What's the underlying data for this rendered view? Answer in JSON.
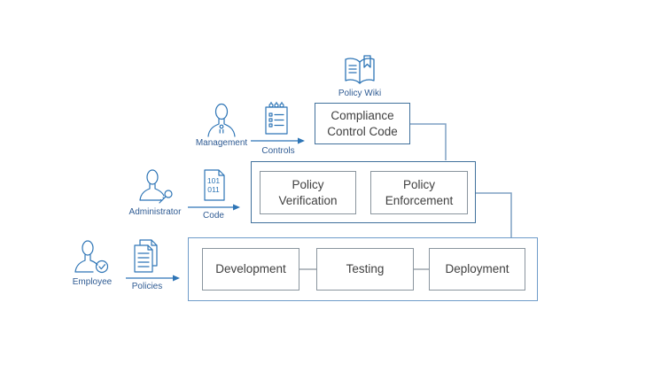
{
  "wiki": {
    "label": "Policy Wiki",
    "icon": "policy-wiki-book-icon"
  },
  "actors": {
    "management": {
      "label": "Management",
      "icon": "management-person-icon",
      "artifact_label": "Controls",
      "artifact_icon": "controls-checklist-icon"
    },
    "administrator": {
      "label": "Administrator",
      "icon": "administrator-person-icon",
      "artifact_label": "Code",
      "artifact_icon": "code-file-icon"
    },
    "employee": {
      "label": "Employee",
      "icon": "employee-person-icon",
      "artifact_label": "Policies",
      "artifact_icon": "policies-documents-icon"
    }
  },
  "code_file": {
    "line1": "101",
    "line2": "011"
  },
  "boxes": {
    "compliance": {
      "label": "Compliance Control Code"
    },
    "policy_group": {
      "verification": "Policy Verification",
      "enforcement": "Policy Enforcement"
    },
    "pipeline": {
      "development": "Development",
      "testing": "Testing",
      "deployment": "Deployment"
    }
  },
  "colors": {
    "icon_stroke": "#2E75B6",
    "label_text": "#2F5B93",
    "arrow": "#2E75B6",
    "outer_box_border": "#41719C",
    "inner_box_border": "#8A959E",
    "pipeline_container_border": "#6F9CC9",
    "connector": "#7FA1C4",
    "box_text": "#404040",
    "background": "#FFFFFF"
  }
}
